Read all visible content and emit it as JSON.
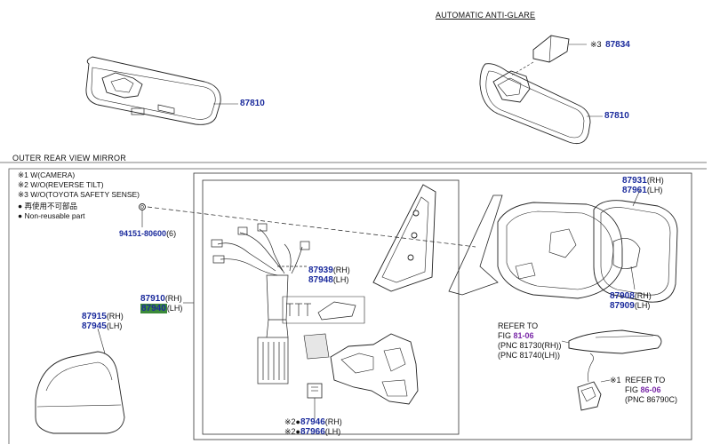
{
  "sections": {
    "auto_anti_glare": "AUTOMATIC ANTI-GLARE",
    "outer_mirror": "OUTER REAR VIEW MIRROR"
  },
  "notes": {
    "n1": "※1 W(CAMERA)",
    "n2": "※2 W/O(REVERSE TILT)",
    "n3": "※3 W/O(TOYOTA SAFETY SENSE)",
    "reuse_jp": "● 再使用不可部品",
    "reuse_en": "● Non-reusable part"
  },
  "parts": {
    "p87810_a": "87810",
    "p87810_b": "87810",
    "p87834_prefix": "※3",
    "p87834": "87834",
    "p94151": "94151-80600",
    "p94151_qty": "(6)",
    "p87910": "87910",
    "p87910_side": "(RH)",
    "p87940": "87940",
    "p87940_side": "(LH)",
    "p87915": "87915",
    "p87915_side": "(RH)",
    "p87945": "87945",
    "p87945_side": "(LH)",
    "p87939": "87939",
    "p87939_side": "(RH)",
    "p87948": "87948",
    "p87948_side": "(LH)",
    "p87931": "87931",
    "p87931_side": "(RH)",
    "p87961": "87961",
    "p87961_side": "(LH)",
    "p87908": "87908",
    "p87908_side": "(RH)",
    "p87909": "87909",
    "p87909_side": "(LH)",
    "p87946_prefix": "※2●",
    "p87946": "87946",
    "p87946_side": "(RH)",
    "p87966_prefix": "※2●",
    "p87966": "87966",
    "p87966_side": "(LH)"
  },
  "refs": {
    "r1_title": "REFER TO",
    "r1_fig_prefix": "FIG ",
    "r1_fig": "81-06",
    "r1_pnc1": "(PNC 81730(RH))",
    "r1_pnc2": "(PNC 81740(LH))",
    "r2_prefix": "※1",
    "r2_title": "REFER TO",
    "r2_fig_prefix": "FIG ",
    "r2_fig": "86-06",
    "r2_pnc": "(PNC 86790C)"
  }
}
